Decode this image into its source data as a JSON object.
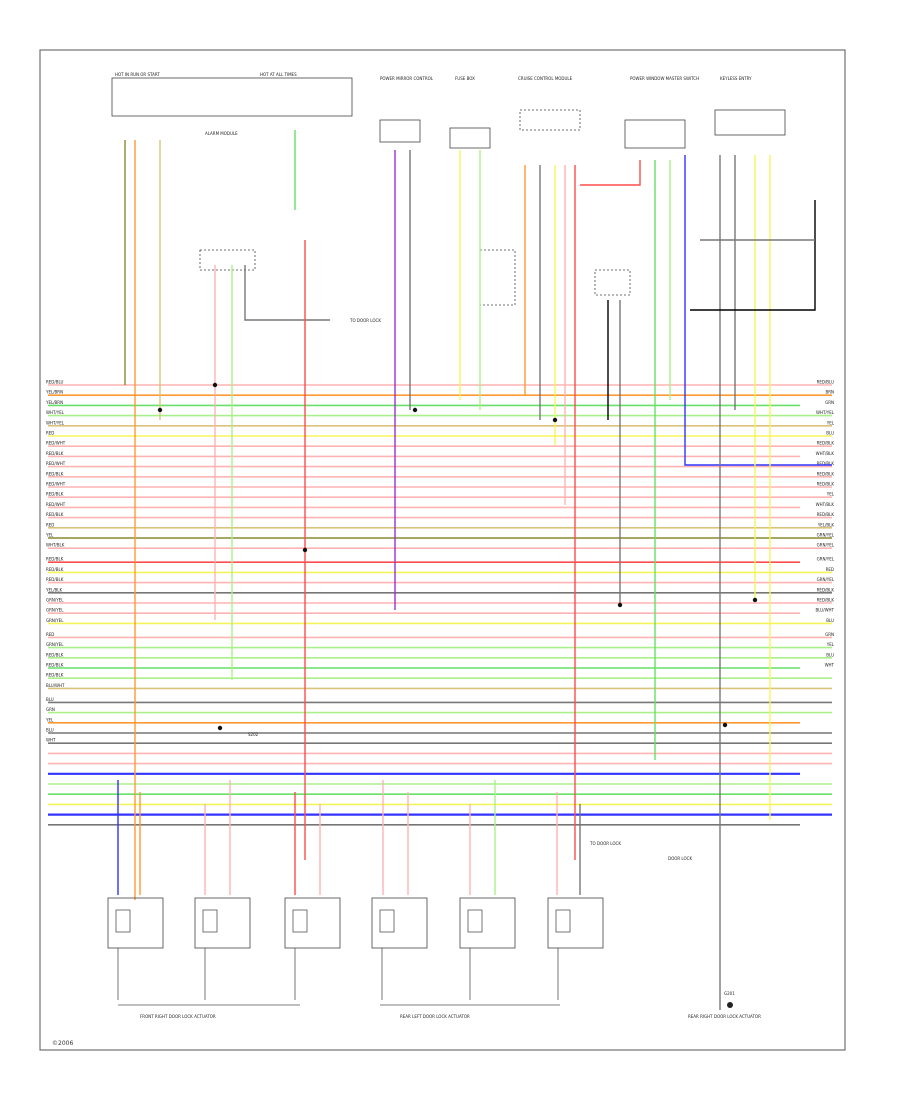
{
  "palette": {
    "red": "#ff4d4d",
    "pink": "#ffb3b3",
    "orange": "#ff9933",
    "yellow": "#f5f55a",
    "green": "#66e066",
    "lightgreen": "#aaf08a",
    "blue": "#3333ff",
    "violet": "#9933cc",
    "tan": "#d9c47a",
    "olive": "#8a8a30",
    "grey": "#777777",
    "black": "#000000"
  },
  "bus": {
    "left_labels": [
      "RED/BLU",
      "YEL/BRN",
      "YEL/BRN",
      "WHT/YEL",
      "WHT/YEL",
      "RED",
      "RED/WHT",
      "RED/BLK",
      "RED/WHT",
      "RED/BLK",
      "RED/WHT",
      "RED/BLK",
      "RED/WHT",
      "RED/BLK",
      "RED",
      "YEL",
      "WHT/BLK",
      "RED/BLK",
      "RED/BLK",
      "RED/BLK",
      "YEL/BLK",
      "GRN/YEL",
      "GRN/YEL",
      "GRN/YEL",
      "RED",
      "GRN/YEL",
      "RED/BLK",
      "RED/BLK",
      "RED/BLK",
      "BLU/WHT",
      "BLU",
      "GRN",
      "YEL",
      "BLU",
      "WHT"
    ],
    "right_labels": [
      "RED/BLU",
      "BRN",
      "GRN",
      "WHT/YEL",
      "YEL",
      "BLU",
      "RED/BLK",
      "WHT/BLK",
      "RED/BLK",
      "RED/BLK",
      "RED/BLK",
      "YEL",
      "WHT/BLK",
      "RED/BLK",
      "YEL/BLK",
      "GRN/YEL",
      "GRN/YEL",
      "GRN/YEL",
      "RED",
      "GRN/YEL",
      "RED/BLK",
      "RED/BLK",
      "BLU/WHT",
      "BLU",
      "GRN",
      "YEL",
      "BLU",
      "WHT"
    ]
  },
  "components": {
    "top": [
      "HOT IN RUN OR START",
      "HOT AT ALL TIMES",
      "POWER MIRROR CONTROL",
      "FUSE BOX",
      "CRUISE CONTROL MODULE",
      "POWER WINDOW MASTER SWITCH",
      "KEYLESS ENTRY",
      "ALARM MODULE"
    ],
    "bottom_left_title": "FRONT RIGHT DOOR LOCK ACTUATOR",
    "bottom_mid_title": "REAR LEFT DOOR LOCK ACTUATOR",
    "bottom_right_title": "REAR RIGHT DOOR LOCK ACTUATOR",
    "bottom_note": "DOOR LOCK",
    "ground": "G201",
    "splice_label": "S202",
    "arrow_label": "TO DOOR LOCK"
  },
  "footer": "©2006"
}
